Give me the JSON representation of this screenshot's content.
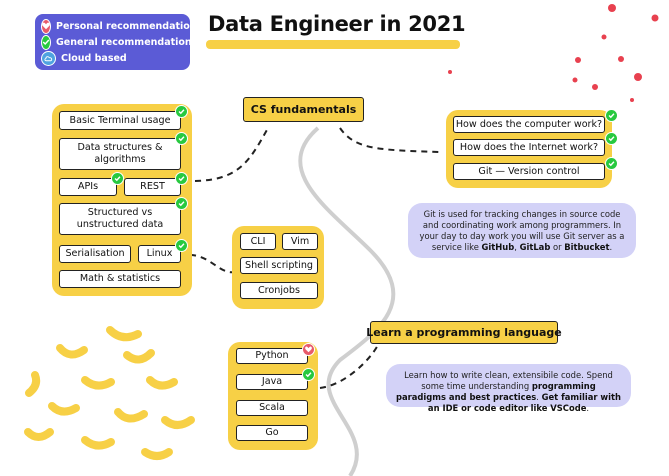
{
  "title": "Data Engineer in 2021",
  "legend": [
    {
      "label": "Personal recommendation",
      "icon": "heart-icon",
      "color": "#e85a6a"
    },
    {
      "label": "General recommendation",
      "icon": "check-icon",
      "color": "#27c93f"
    },
    {
      "label": "Cloud based",
      "icon": "cloud-icon",
      "color": "#4fa3e0"
    }
  ],
  "headings": {
    "cs": "CS fundamentals",
    "lang": "Learn a programming language"
  },
  "cs_nodes": {
    "terminal": "Basic Terminal usage",
    "dsa": "Data structures &\nalgorithms",
    "apis": "APIs",
    "rest": "REST",
    "structured": "Structured vs\nunstructured data",
    "serialisation": "Serialisation",
    "linux": "Linux",
    "math": "Math & statistics"
  },
  "linux_nodes": {
    "cli": "CLI",
    "vim": "Vim",
    "shell": "Shell scripting",
    "cron": "Cronjobs"
  },
  "computer_nodes": {
    "computer": "How does the computer work?",
    "internet": "How does the Internet work?",
    "git": "Git — Version control"
  },
  "lang_nodes": {
    "python": "Python",
    "java": "Java",
    "scala": "Scala",
    "go": "Go"
  },
  "notes": {
    "git": {
      "t1": "Git is used for tracking changes in source code and coordinating work among programmers. In your day to day work you will use Git server as a service like ",
      "b1": "GitHub",
      "t2": ", ",
      "b2": "GitLab",
      "t3": " or ",
      "b3": "Bitbucket",
      "t4": "."
    },
    "lang": {
      "t1": "Learn how to write clean, extensibile code. Spend some time understanding ",
      "b1": "programming paradigms and best practices",
      "t2": ". ",
      "b2": "Get familiar with an IDE or code editor like ",
      "b3": "VSCode",
      "t3": "."
    }
  },
  "colors": {
    "accent": "#f7d046",
    "legend_bg": "#5b5bd6",
    "note_bg": "#d3d2f7",
    "check": "#27c93f",
    "heart": "#e85a6a",
    "decor_red": "#e8414f"
  }
}
